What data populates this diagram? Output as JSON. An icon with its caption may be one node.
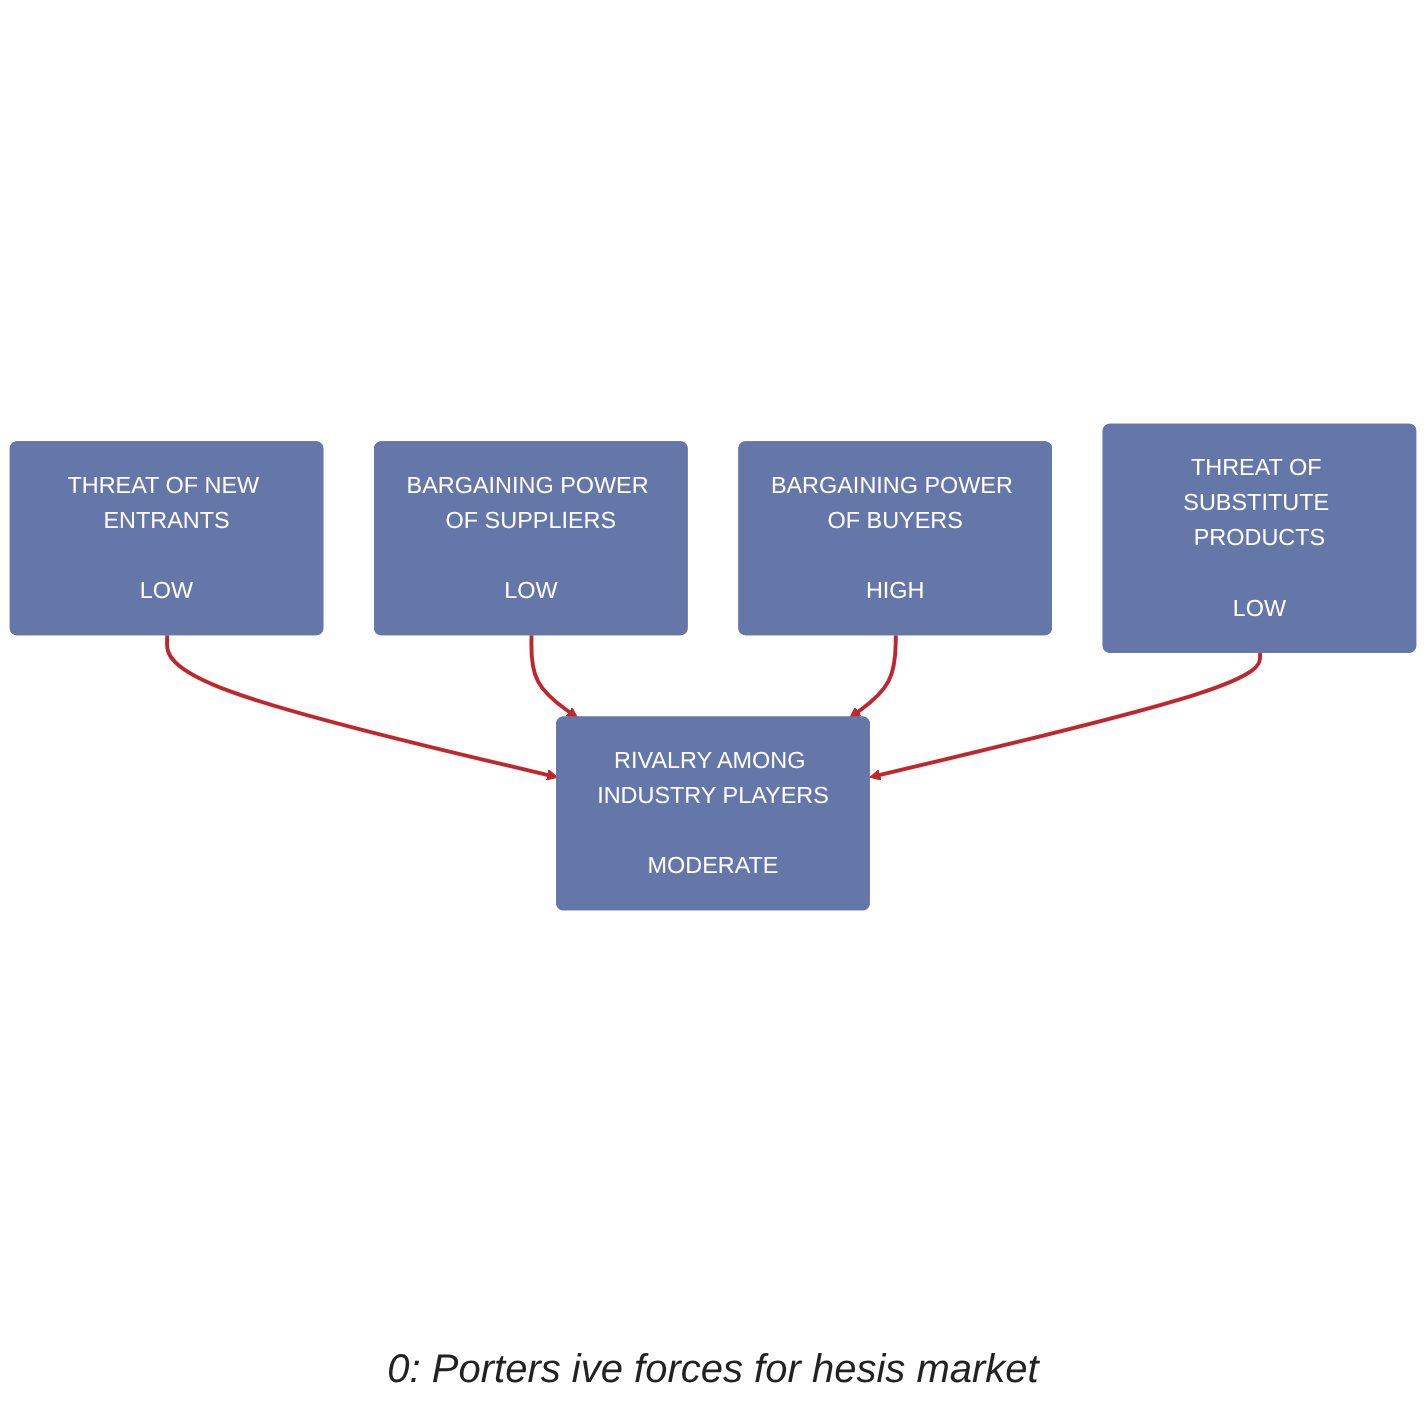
{
  "diagram": {
    "caption": "0: Porters ive forces for hesis market",
    "nodes": [
      {
        "text": [
          "THREAT OF NEW ENTRANTS",
          "LOW"
        ]
      },
      {
        "text": [
          "BARGAINING POWER OF SUPPLIERS",
          "LOW"
        ]
      },
      {
        "text": [
          "RIVALRY AMONG INDUSTRY PLAYERS",
          "MODERATE"
        ]
      },
      {
        "text": [
          "BARGAINING POWER OF BUYERS",
          "HIGH"
        ]
      },
      {
        "text": [
          "THREAT OF SUBSTITUTE PRODUCTS",
          "LOW"
        ]
      }
    ],
    "edges": [
      {
        "from": 0,
        "to": 2,
        "arrow": "to",
        "color": "#c0272d"
      },
      {
        "from": 1,
        "to": 2,
        "arrow": "to",
        "color": "#c0272d"
      },
      {
        "from": 3,
        "to": 2,
        "arrow": "to",
        "color": "#c0272d"
      },
      {
        "from": 4,
        "to": 2,
        "arrow": "to",
        "color": "#c0272d"
      }
    ]
  }
}
